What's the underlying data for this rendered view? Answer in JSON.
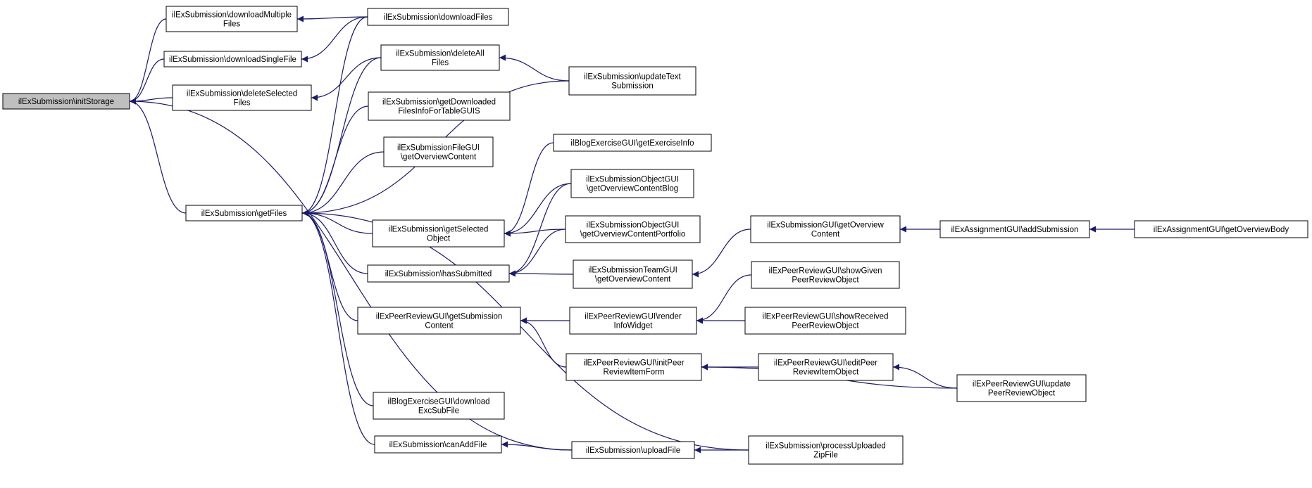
{
  "nodes": [
    {
      "id": "initStorage",
      "lines": [
        "ilExSubmission\\initStorage"
      ],
      "root": true
    },
    {
      "id": "downloadMultipleFiles",
      "lines": [
        "ilExSubmission\\downloadMultiple",
        "Files"
      ]
    },
    {
      "id": "downloadSingleFile",
      "lines": [
        "ilExSubmission\\downloadSingleFile"
      ]
    },
    {
      "id": "deleteSelectedFiles",
      "lines": [
        "ilExSubmission\\deleteSelected",
        "Files"
      ]
    },
    {
      "id": "getFiles",
      "lines": [
        "ilExSubmission\\getFiles"
      ]
    },
    {
      "id": "downloadFiles",
      "lines": [
        "ilExSubmission\\downloadFiles"
      ]
    },
    {
      "id": "deleteAllFiles",
      "lines": [
        "ilExSubmission\\deleteAll",
        "Files"
      ]
    },
    {
      "id": "getDownloadedFilesInfo",
      "lines": [
        "ilExSubmission\\getDownloaded",
        "FilesInfoForTableGUIS"
      ]
    },
    {
      "id": "fileGuiOverview",
      "lines": [
        "ilExSubmissionFileGUI",
        "\\getOverviewContent"
      ]
    },
    {
      "id": "getSelectedObject",
      "lines": [
        "ilExSubmission\\getSelected",
        "Object"
      ]
    },
    {
      "id": "hasSubmitted",
      "lines": [
        "ilExSubmission\\hasSubmitted"
      ]
    },
    {
      "id": "getSubmissionContent",
      "lines": [
        "ilExPeerReviewGUI\\getSubmission",
        "Content"
      ]
    },
    {
      "id": "blogDownloadExcSubFile",
      "lines": [
        "ilBlogExerciseGUI\\download",
        "ExcSubFile"
      ]
    },
    {
      "id": "canAddFile",
      "lines": [
        "ilExSubmission\\canAddFile"
      ]
    },
    {
      "id": "updateTextSubmission",
      "lines": [
        "ilExSubmission\\updateText",
        "Submission"
      ]
    },
    {
      "id": "blogGetExerciseInfo",
      "lines": [
        "ilBlogExerciseGUI\\getExerciseInfo"
      ]
    },
    {
      "id": "objGuiOverviewBlog",
      "lines": [
        "ilExSubmissionObjectGUI",
        "\\getOverviewContentBlog"
      ]
    },
    {
      "id": "objGuiOverviewPortfolio",
      "lines": [
        "ilExSubmissionObjectGUI",
        "\\getOverviewContentPortfolio"
      ]
    },
    {
      "id": "teamGuiOverview",
      "lines": [
        "ilExSubmissionTeamGUI",
        "\\getOverviewContent"
      ]
    },
    {
      "id": "renderInfoWidget",
      "lines": [
        "ilExPeerReviewGUI\\render",
        "InfoWidget"
      ]
    },
    {
      "id": "initPeerReviewItemForm",
      "lines": [
        "ilExPeerReviewGUI\\initPeer",
        "ReviewItemForm"
      ]
    },
    {
      "id": "uploadFile",
      "lines": [
        "ilExSubmission\\uploadFile"
      ]
    },
    {
      "id": "subGuiOverview",
      "lines": [
        "ilExSubmissionGUI\\getOverview",
        "Content"
      ]
    },
    {
      "id": "showGivenPeerReview",
      "lines": [
        "ilExPeerReviewGUI\\showGiven",
        "PeerReviewObject"
      ]
    },
    {
      "id": "showReceivedPeerReview",
      "lines": [
        "ilExPeerReviewGUI\\showReceived",
        "PeerReviewObject"
      ]
    },
    {
      "id": "editPeerReviewItem",
      "lines": [
        "ilExPeerReviewGUI\\editPeer",
        "ReviewItemObject"
      ]
    },
    {
      "id": "processUploadedZip",
      "lines": [
        "ilExSubmission\\processUploaded",
        "ZipFile"
      ]
    },
    {
      "id": "addSubmission",
      "lines": [
        "ilExAssignmentGUI\\addSubmission"
      ]
    },
    {
      "id": "updatePeerReview",
      "lines": [
        "ilExPeerReviewGUI\\update",
        "PeerReviewObject"
      ]
    },
    {
      "id": "getOverviewBody",
      "lines": [
        "ilExAssignmentGUI\\getOverviewBody"
      ]
    }
  ],
  "edges": [
    {
      "from": "downloadMultipleFiles",
      "to": "initStorage"
    },
    {
      "from": "downloadSingleFile",
      "to": "initStorage"
    },
    {
      "from": "deleteSelectedFiles",
      "to": "initStorage"
    },
    {
      "from": "getFiles",
      "to": "initStorage"
    },
    {
      "from": "uploadFile",
      "to": "initStorage"
    },
    {
      "from": "downloadFiles",
      "to": "downloadMultipleFiles"
    },
    {
      "from": "downloadFiles",
      "to": "downloadSingleFile"
    },
    {
      "from": "deleteAllFiles",
      "to": "deleteSelectedFiles"
    },
    {
      "from": "updateTextSubmission",
      "to": "deleteAllFiles"
    },
    {
      "from": "downloadFiles",
      "to": "getFiles"
    },
    {
      "from": "deleteAllFiles",
      "to": "getFiles"
    },
    {
      "from": "getDownloadedFilesInfo",
      "to": "getFiles"
    },
    {
      "from": "fileGuiOverview",
      "to": "getFiles"
    },
    {
      "from": "updateTextSubmission",
      "to": "getFiles"
    },
    {
      "from": "getSelectedObject",
      "to": "getFiles"
    },
    {
      "from": "hasSubmitted",
      "to": "getFiles"
    },
    {
      "from": "getSubmissionContent",
      "to": "getFiles"
    },
    {
      "from": "blogDownloadExcSubFile",
      "to": "getFiles"
    },
    {
      "from": "canAddFile",
      "to": "getFiles"
    },
    {
      "from": "processUploadedZip",
      "to": "getFiles"
    },
    {
      "from": "blogGetExerciseInfo",
      "to": "getSelectedObject"
    },
    {
      "from": "objGuiOverviewBlog",
      "to": "getSelectedObject"
    },
    {
      "from": "objGuiOverviewPortfolio",
      "to": "getSelectedObject"
    },
    {
      "from": "objGuiOverviewBlog",
      "to": "hasSubmitted"
    },
    {
      "from": "objGuiOverviewPortfolio",
      "to": "hasSubmitted"
    },
    {
      "from": "teamGuiOverview",
      "to": "hasSubmitted"
    },
    {
      "from": "subGuiOverview",
      "to": "teamGuiOverview"
    },
    {
      "from": "addSubmission",
      "to": "subGuiOverview"
    },
    {
      "from": "getOverviewBody",
      "to": "addSubmission"
    },
    {
      "from": "renderInfoWidget",
      "to": "getSubmissionContent"
    },
    {
      "from": "initPeerReviewItemForm",
      "to": "getSubmissionContent"
    },
    {
      "from": "showGivenPeerReview",
      "to": "renderInfoWidget"
    },
    {
      "from": "showReceivedPeerReview",
      "to": "renderInfoWidget"
    },
    {
      "from": "editPeerReviewItem",
      "to": "initPeerReviewItemForm"
    },
    {
      "from": "updatePeerReview",
      "to": "initPeerReviewItemForm"
    },
    {
      "from": "updatePeerReview",
      "to": "editPeerReviewItem"
    },
    {
      "from": "uploadFile",
      "to": "canAddFile"
    },
    {
      "from": "processUploadedZip",
      "to": "uploadFile"
    }
  ]
}
